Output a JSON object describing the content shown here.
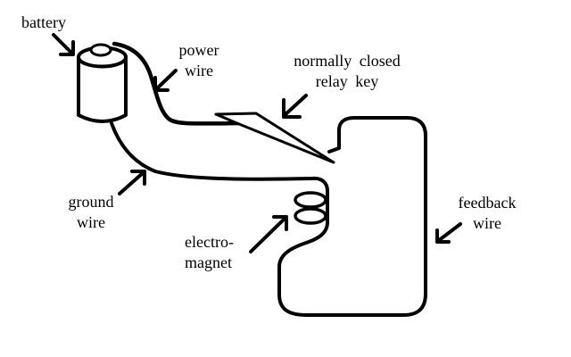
{
  "colors": {
    "ink": "#000000",
    "background": "#ffffff"
  },
  "labels": {
    "battery": {
      "text": "battery"
    },
    "power_wire": {
      "line1": "power",
      "line2": "wire"
    },
    "relay_key": {
      "line1": "normally closed",
      "line2": "relay key"
    },
    "ground_wire": {
      "line1": "ground",
      "line2": "wire"
    },
    "electromagnet": {
      "line1": "electro-",
      "line2": "magnet"
    },
    "feedback_wire": {
      "line1": "feedback",
      "line2": "wire"
    }
  },
  "components": [
    "battery-drawing",
    "power-wire-path",
    "relay-key-blade",
    "ground-wire-path",
    "electromagnet-coil",
    "feedback-wire-loop"
  ]
}
